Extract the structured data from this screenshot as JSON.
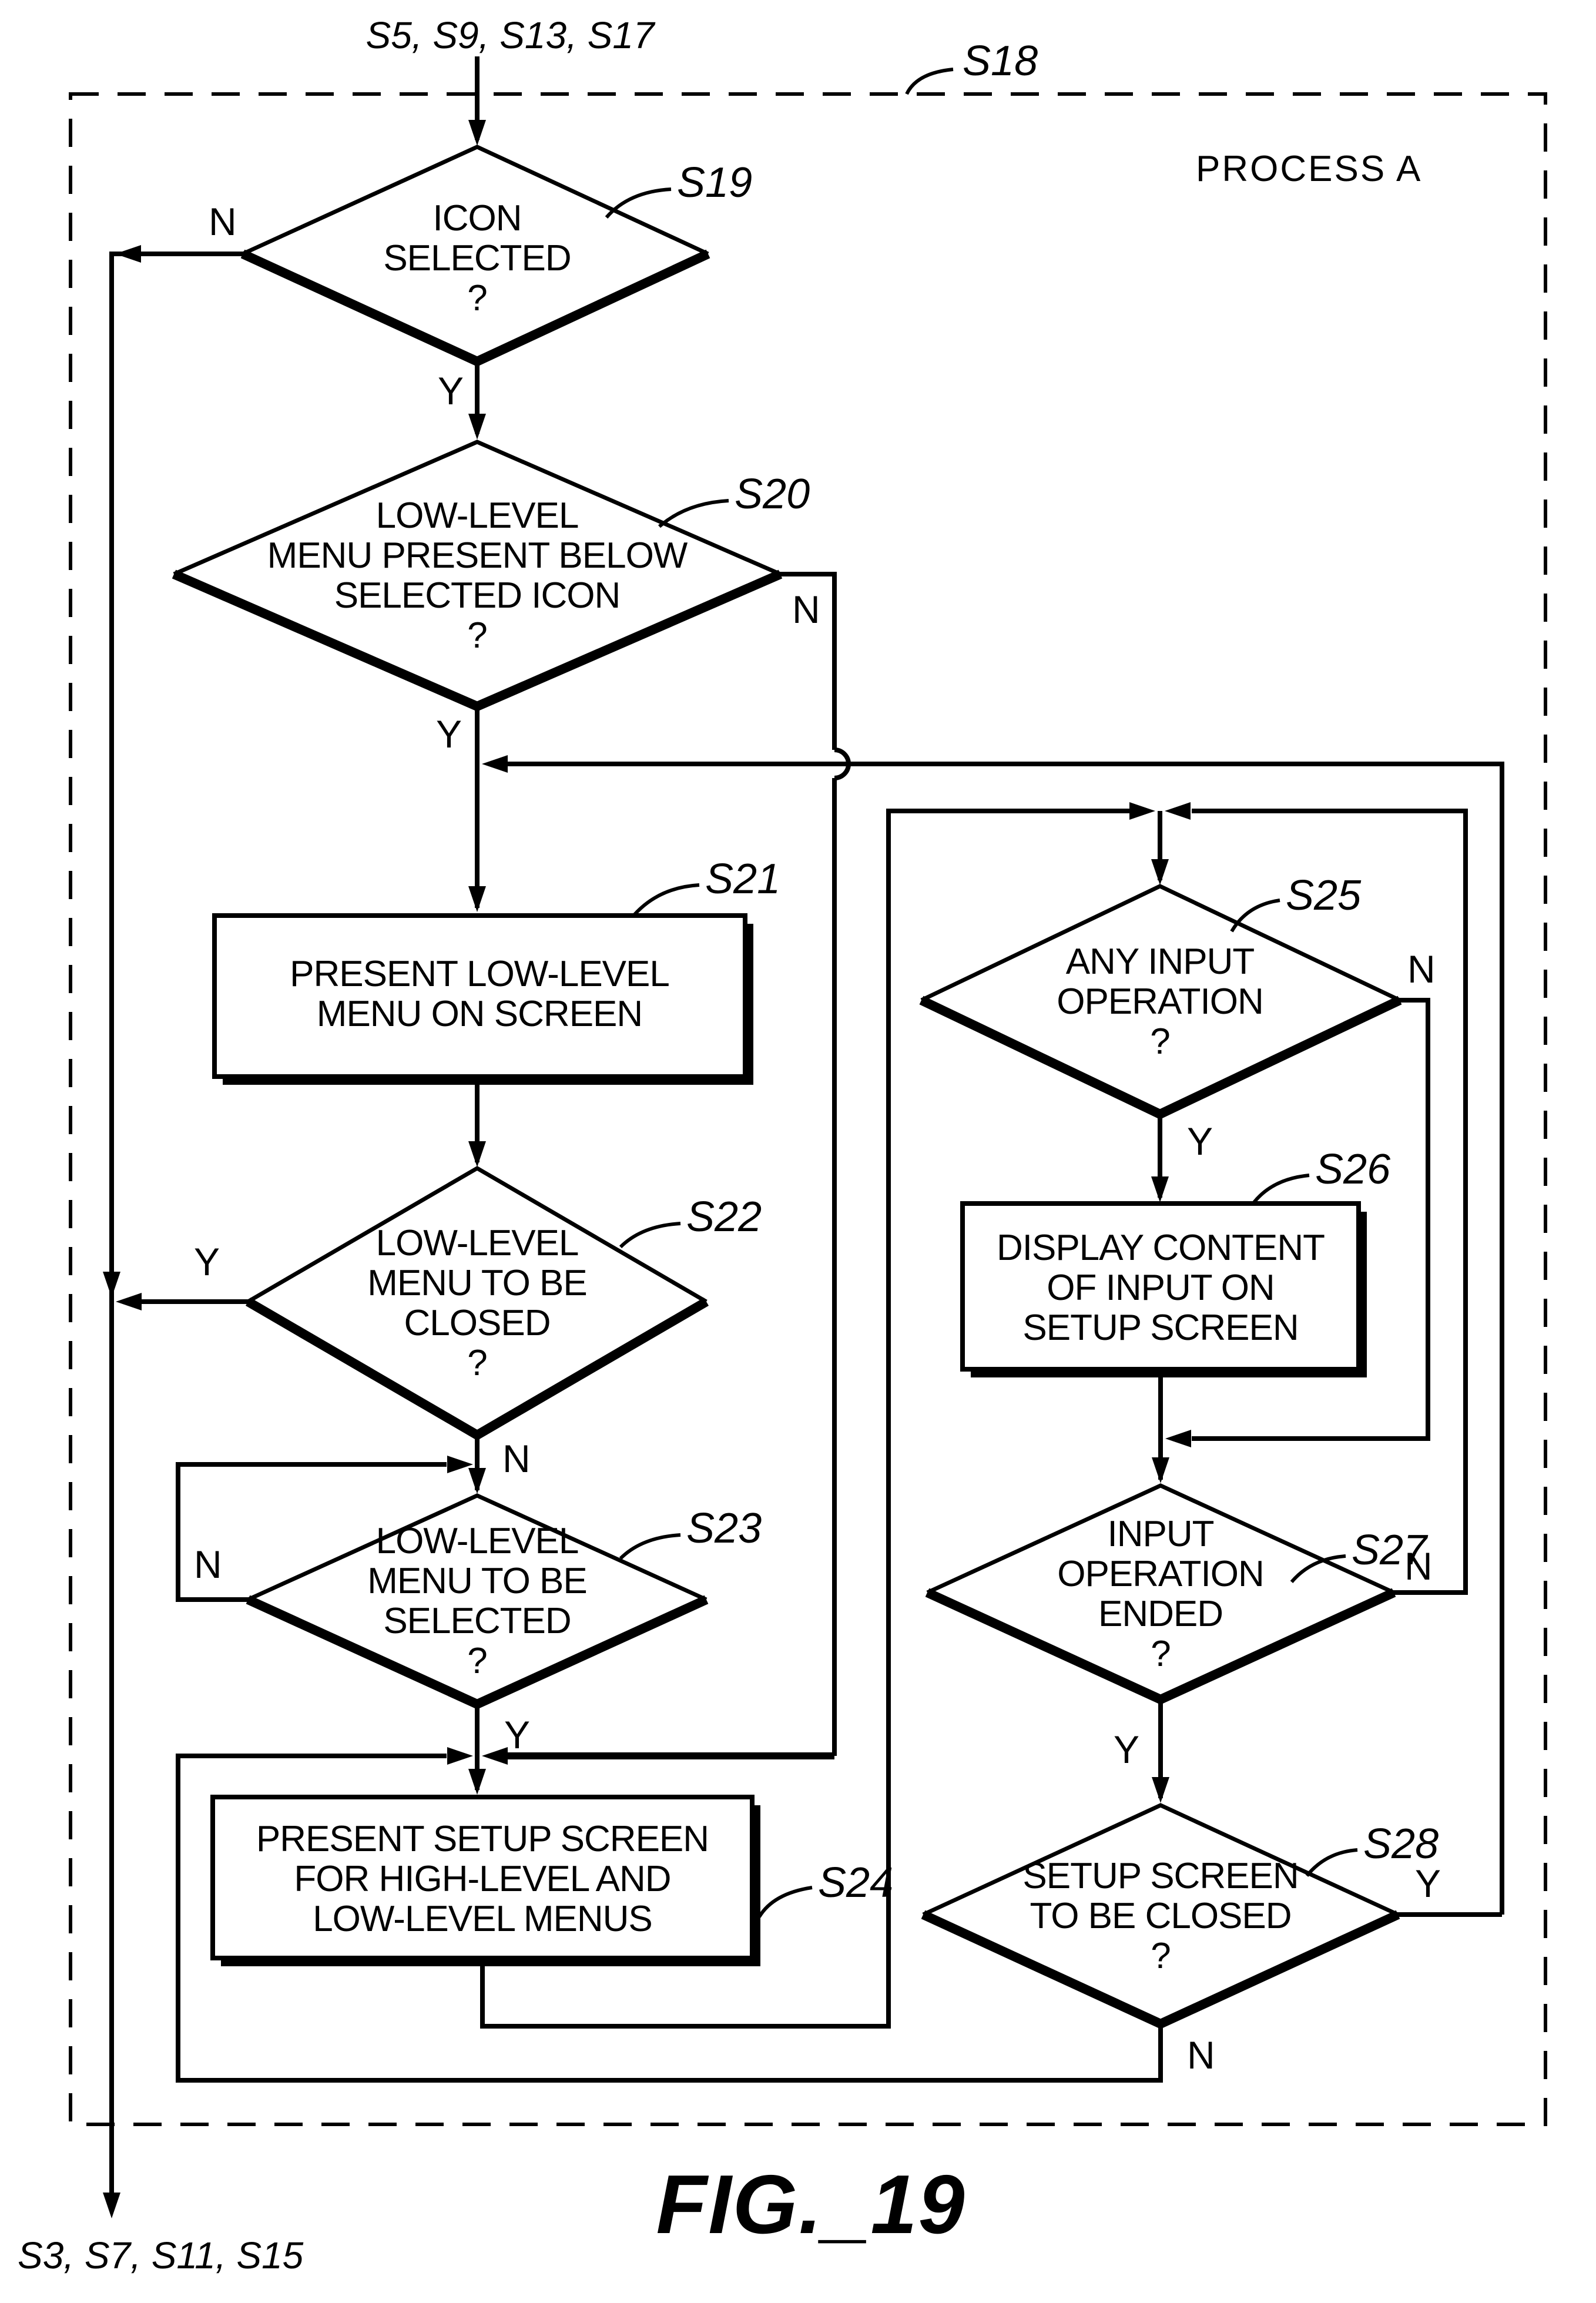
{
  "figure": {
    "caption": "FIG._19",
    "process_label": "PROCESS A",
    "boundary_label": "S18",
    "entry_label": "S5, S9, S13, S17",
    "exit_label": "S3, S7, S11, S15"
  },
  "branch_labels": {
    "yes": "Y",
    "no": "N"
  },
  "nodes": {
    "s19": {
      "id": "S19",
      "type": "decision",
      "lines": [
        "ICON",
        "SELECTED",
        "?"
      ]
    },
    "s20": {
      "id": "S20",
      "type": "decision",
      "lines": [
        "LOW-LEVEL",
        "MENU PRESENT BELOW",
        "SELECTED ICON",
        "?"
      ]
    },
    "s21": {
      "id": "S21",
      "type": "process",
      "lines": [
        "PRESENT LOW-LEVEL",
        "MENU ON SCREEN"
      ]
    },
    "s22": {
      "id": "S22",
      "type": "decision",
      "lines": [
        "LOW-LEVEL",
        "MENU TO BE",
        "CLOSED",
        "?"
      ]
    },
    "s23": {
      "id": "S23",
      "type": "decision",
      "lines": [
        "LOW-LEVEL",
        "MENU TO BE",
        "SELECTED",
        "?"
      ]
    },
    "s24": {
      "id": "S24",
      "type": "process",
      "lines": [
        "PRESENT SETUP SCREEN",
        "FOR HIGH-LEVEL AND",
        "LOW-LEVEL MENUS"
      ]
    },
    "s25": {
      "id": "S25",
      "type": "decision",
      "lines": [
        "ANY INPUT",
        "OPERATION",
        "?"
      ]
    },
    "s26": {
      "id": "S26",
      "type": "process",
      "lines": [
        "DISPLAY CONTENT",
        "OF INPUT ON",
        "SETUP SCREEN"
      ]
    },
    "s27": {
      "id": "S27",
      "type": "decision",
      "lines": [
        "INPUT",
        "OPERATION",
        "ENDED",
        "?"
      ]
    },
    "s28": {
      "id": "S28",
      "type": "decision",
      "lines": [
        "SETUP SCREEN",
        "TO BE CLOSED",
        "?"
      ]
    }
  }
}
